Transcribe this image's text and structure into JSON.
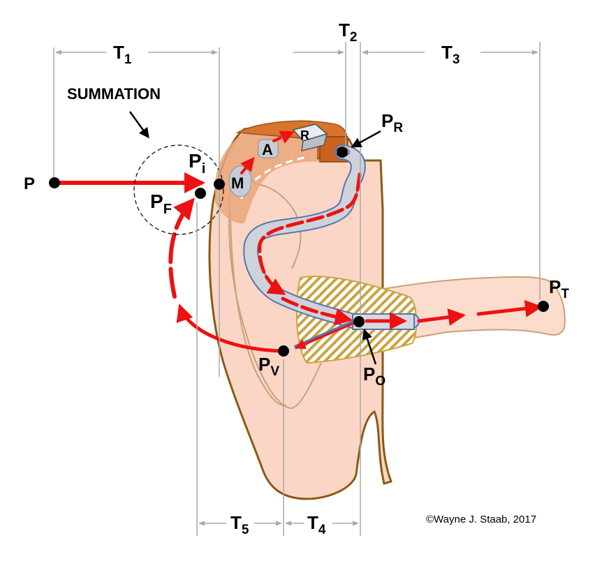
{
  "labels": {
    "P": "P",
    "summation": "SUMMATION",
    "Pi": {
      "main": "P",
      "sub": "i"
    },
    "PF": {
      "main": "P",
      "sub": "F"
    },
    "M": "M",
    "A": "A",
    "R": "R",
    "PR": {
      "main": "P",
      "sub": "R"
    },
    "PT": {
      "main": "P",
      "sub": "T"
    },
    "PV": {
      "main": "P",
      "sub": "V"
    },
    "PO": {
      "main": "P",
      "sub": "O"
    },
    "T1": {
      "main": "T",
      "sub": "1"
    },
    "T2": {
      "main": "T",
      "sub": "2"
    },
    "T3": {
      "main": "T",
      "sub": "3"
    },
    "T4": {
      "main": "T",
      "sub": "4"
    },
    "T5": {
      "main": "T",
      "sub": "5"
    }
  },
  "copyright": "©Wayne J. Staab, 2017",
  "colors": {
    "arrow": "#ee1111",
    "skin": "#fbd6c6",
    "skin_edge": "#9a6a1a",
    "hearing_aid": "#d9742e",
    "tube": "#c9cfd8",
    "tube_edge": "#5a74a8",
    "hatch": "#c9a441",
    "dimension_line": "#a8a8a8"
  }
}
